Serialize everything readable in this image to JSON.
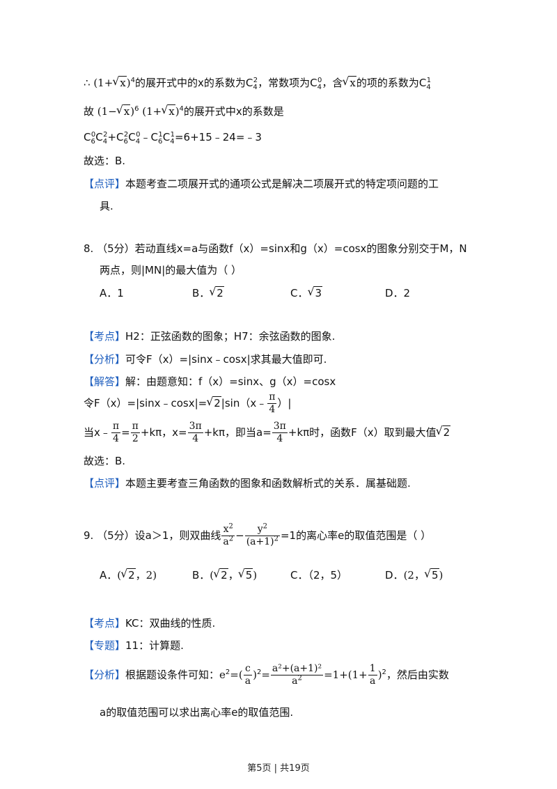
{
  "p7": {
    "l1_a": "∴",
    "l1_b": "(1+",
    "l1_x": "x",
    "l1_c": ")",
    "l1_sup4": "4",
    "l1_d": "的展开式中的x的系数为C",
    "l1_e": "，常数项为C",
    "l1_f": "，含",
    "l1_g": "的项的系数为C",
    "c4": "4",
    "c2": "2",
    "c0": "0",
    "c1": "1",
    "l2_a": "故",
    "l2_b": "(1−",
    "l2_c": ")",
    "l2_sup6": "6",
    "l2_d": "(1+",
    "l2_e": ")",
    "l2_f": "的展开式中x的系数是",
    "l3_c": "C",
    "l3_6": "6",
    "l3_plus": "+C",
    "l3_minus": "﹣C",
    "l3_tail": "=6+15﹣24=﹣3",
    "choice": "故选：B.",
    "review_tag": "【点评】",
    "review_text": "本题考查二项展开式的通项公式是解决二项展开式的特定项问题的工",
    "review_text2": "具."
  },
  "q8": {
    "stem1": "8.  （5分）若动直线x=a与函数f（x）=sinx和g（x）=cosx的图象分别交于M，N",
    "stem2": "两点，则|MN|的最大值为（     ）",
    "optA": "A．1",
    "optB": "B．",
    "optB_rad": "2",
    "optC": "C．",
    "optC_rad": "3",
    "optD": "D．2",
    "kd_tag": "【考点】",
    "kd_text": "H2：正弦函数的图象；H7：余弦函数的图象.",
    "fx_tag": "【分析】",
    "fx_text": "可令F（x）=|sinx﹣cosx|求其最大值即可.",
    "jd_tag": "【解答】",
    "jd_text": "解：由题意知：f（x）=sinx、g（x）=cosx",
    "line_a1": "令F（x）=|sinx﹣cosx|=",
    "line_a_rad": "2",
    "line_a2": "|sin（x﹣",
    "pi": "π",
    "four": "4",
    "two": "2",
    "three_pi": "3π",
    "line_a3": "）|",
    "line_b1": "当x﹣",
    "eq": "=",
    "line_b2": "+kπ，x=",
    "line_b3": "+kπ，即当a=",
    "line_b4": "+kπ时，函数F（x）取到最大值",
    "choice": "故选：B.",
    "dp_tag": "【点评】",
    "dp_text": "本题主要考查三角函数的图象和函数解析式的关系．属基础题."
  },
  "q9": {
    "stem_a": "9.  （5分）设a＞1，则双曲线",
    "x2": "x",
    "y2": "y",
    "a2": "a",
    "sq": "2",
    "den2": "(a+1)",
    "minus": "−",
    "stem_b": "=1的离心率e的取值范围是（     ）",
    "optA": "A．",
    "optA_text": "(",
    "optA_tail": "，2)",
    "optB": "B．",
    "optB_text": "(",
    "optB_mid": "，",
    "optB_tail": ")",
    "optC": "C．（2，5）",
    "optD": "D．",
    "optD_text": "(2，",
    "optD_tail": ")",
    "r2": "2",
    "r5": "5",
    "kd_tag": "【考点】",
    "kd_text": "KC：双曲线的性质.",
    "zt_tag": "【专题】",
    "zt_text": "11：计算题.",
    "fx_tag": "【分析】",
    "fx_text": "根据题设条件可知：",
    "e": "e",
    "c": "c",
    "a": "a",
    "one": "1",
    "num_big": "a²+(a+1)²",
    "eq_open": "=(",
    "close_sq": ")",
    "plus_one": "=1+(1+",
    "fx_tail": "，然后由实数",
    "fx_line2": "a的取值范围可以求出离心率e的取值范围."
  },
  "footer": "第5页 | 共19页"
}
